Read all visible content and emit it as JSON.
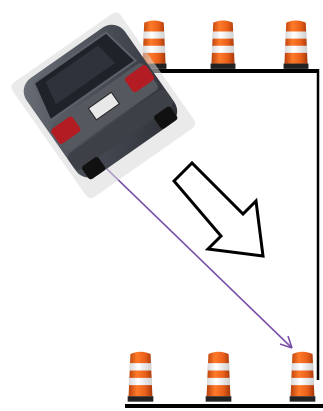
{
  "scene": {
    "subject": "parking-maneuver",
    "car": {
      "plate_text": "",
      "body_color": "#4a4e57"
    },
    "cones": {
      "top_count": 3,
      "bottom_count": 3,
      "color_orange": "#f06a1c",
      "color_white": "#ffffff"
    },
    "path": {
      "color": "#7a4fa8"
    },
    "direction_arrow": {
      "stroke": "#000000",
      "fill": "#ffffff"
    },
    "boundary": {
      "color": "#000000"
    }
  }
}
